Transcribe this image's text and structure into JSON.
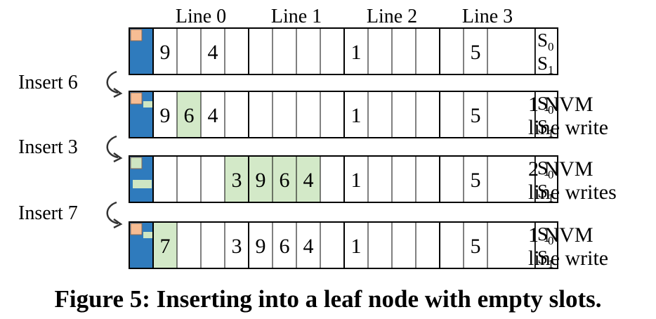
{
  "line_headers": [
    "Line 0",
    "Line 1",
    "Line 2",
    "Line 3"
  ],
  "state_labels": {
    "s0": "S",
    "s0_sub": "0",
    "s1": "S",
    "s1_sub": "1"
  },
  "colors": {
    "header_blue": "#2f7bbd",
    "bitmap_orange": "#f7bd94",
    "bitmap_green": "#cfe6c3",
    "modified_green": "#d3e9c8",
    "border": "#000000"
  },
  "rows": [
    {
      "action": "",
      "slots": [
        "9",
        "",
        "4",
        "",
        "",
        "",
        "",
        "",
        "1",
        "",
        "",
        "",
        "",
        "5"
      ],
      "highlighted_slots": [],
      "bitmap": [
        "orange"
      ],
      "result_lines": []
    },
    {
      "action": "Insert 6",
      "slots": [
        "9",
        "6",
        "4",
        "",
        "",
        "",
        "",
        "",
        "1",
        "",
        "",
        "",
        "",
        "5"
      ],
      "highlighted_slots": [
        1
      ],
      "bitmap": [
        "orange",
        "green-small"
      ],
      "result_lines": [
        "1 NVM",
        "line write"
      ]
    },
    {
      "action": "Insert 3",
      "slots": [
        "",
        "",
        "",
        "3",
        "9",
        "6",
        "4",
        "",
        "1",
        "",
        "",
        "",
        "",
        "5"
      ],
      "highlighted_slots": [
        3,
        4,
        5,
        6
      ],
      "bitmap": [
        "green-small",
        "green-wide"
      ],
      "result_lines": [
        "2 NVM",
        "line writes"
      ]
    },
    {
      "action": "Insert 7",
      "slots": [
        "7",
        "",
        "",
        "3",
        "9",
        "6",
        "4",
        "",
        "1",
        "",
        "",
        "",
        "",
        "5"
      ],
      "highlighted_slots": [
        0
      ],
      "bitmap": [
        "orange",
        "green-small"
      ],
      "result_lines": [
        "1 NVM",
        "line write"
      ]
    }
  ],
  "caption": "Figure 5: Inserting into a leaf node with empty slots."
}
